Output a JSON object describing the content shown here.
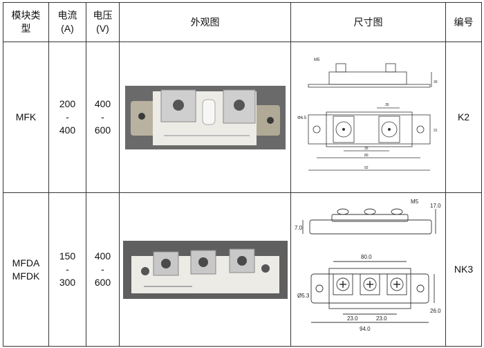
{
  "header": {
    "module_type": "模块类型",
    "current": "电流\n(A)",
    "voltage": "电压\n(V)",
    "appearance": "外观图",
    "dimensions": "尺寸图",
    "code": "编号"
  },
  "rows": [
    {
      "module": "MFK",
      "current": "200\n-\n400",
      "voltage": "400\n-\n600",
      "code": "K2",
      "dims": {
        "m": "M5",
        "hole": "Φ6.5",
        "w1": "35",
        "w2": "35",
        "w3": "80",
        "w4": "92",
        "h1": "30",
        "h2": "31"
      }
    },
    {
      "module": "MFDA\nMFDK",
      "current": "150\n-\n300",
      "voltage": "400\n-\n600",
      "code": "NK3",
      "dims": {
        "m": "M5",
        "side_left": "7.0",
        "side_right": "17.0",
        "pitch_inner": "80.0",
        "height": "26.0",
        "hole": "Ø5.3",
        "pitch_a": "23.0",
        "pitch_b": "23.0",
        "overall": "94.0"
      }
    }
  ]
}
